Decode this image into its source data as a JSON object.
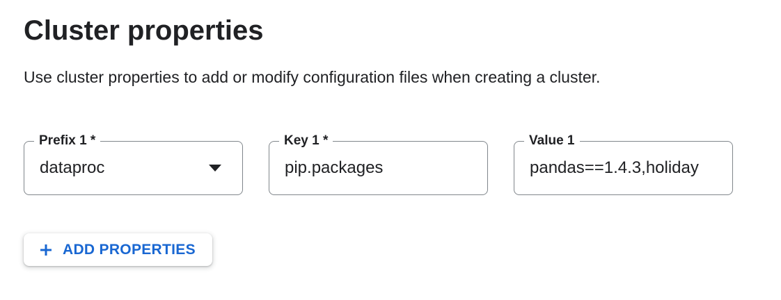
{
  "header": {
    "title": "Cluster properties",
    "description": "Use cluster properties to add or modify configuration files when creating a cluster."
  },
  "property_row": {
    "prefix": {
      "label": "Prefix 1 *",
      "value": "dataproc",
      "control": "dropdown",
      "icon": "dropdown-arrow-icon"
    },
    "key": {
      "label": "Key 1 *",
      "value": "pip.packages",
      "control": "text-input"
    },
    "value": {
      "label": "Value 1",
      "value": "pandas==1.4.3,holiday",
      "control": "text-input"
    }
  },
  "actions": {
    "add_properties": {
      "label": "ADD PROPERTIES",
      "icon": "plus-icon"
    }
  },
  "colors": {
    "accent_blue": "#1967d2",
    "text_primary": "#202124",
    "field_border": "#80868b",
    "background": "#ffffff"
  }
}
